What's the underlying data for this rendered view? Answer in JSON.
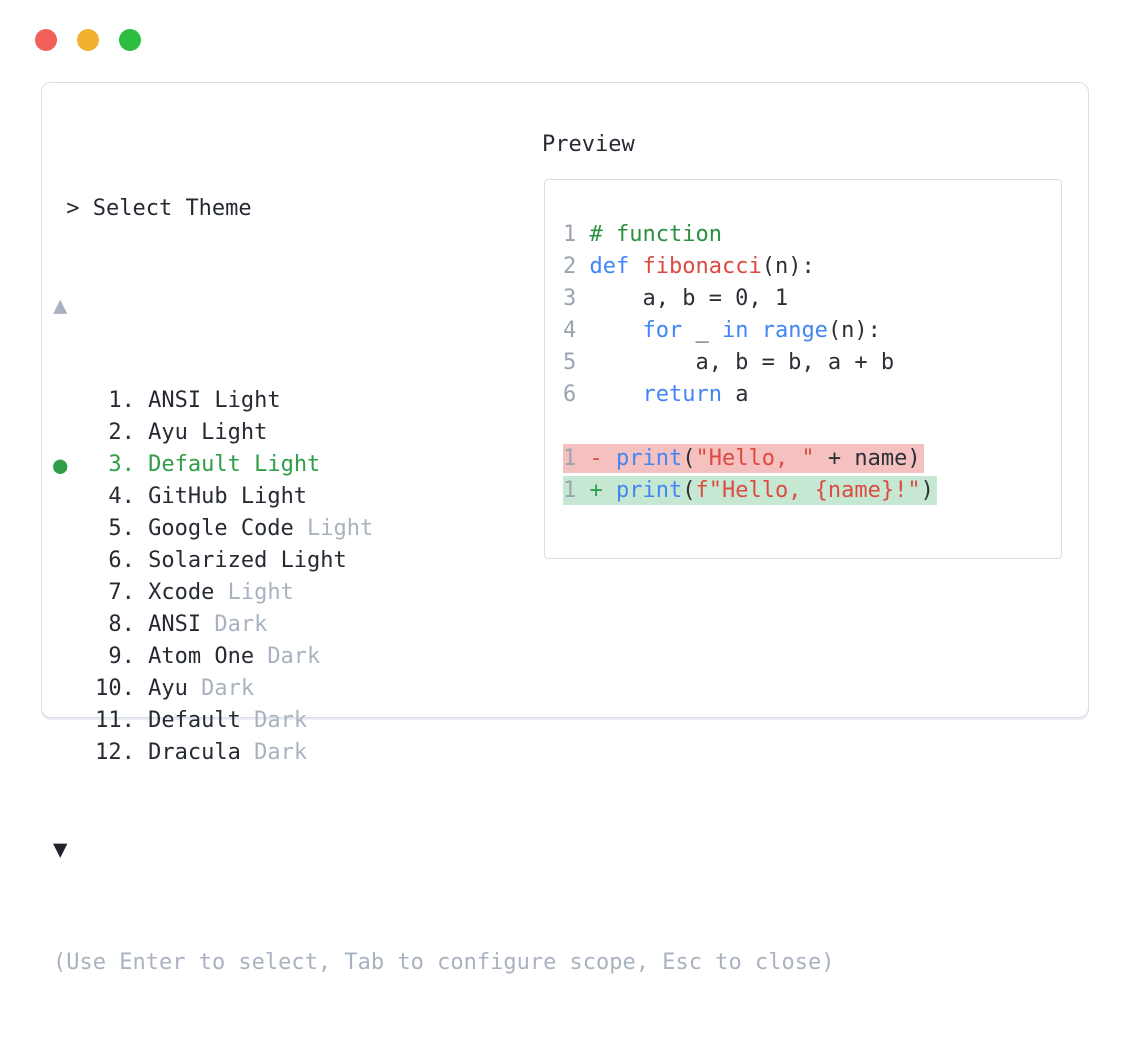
{
  "window": {
    "traffic_lights": [
      {
        "name": "close-button",
        "color": "#f2605a"
      },
      {
        "name": "minimize-button",
        "color": "#f1b32e"
      },
      {
        "name": "zoom-button",
        "color": "#2dbd41"
      }
    ]
  },
  "theme_picker": {
    "prompt": "> Select Theme",
    "scroll_up_indicator": "▲",
    "scroll_down_indicator": "▼",
    "selected_marker": "●",
    "items": [
      {
        "number": "1.",
        "name": "ANSI",
        "variant": "Light",
        "variant_muted": false,
        "selected": false
      },
      {
        "number": "2.",
        "name": "Ayu",
        "variant": "Light",
        "variant_muted": false,
        "selected": false
      },
      {
        "number": "3.",
        "name": "Default",
        "variant": "Light",
        "variant_muted": false,
        "selected": true
      },
      {
        "number": "4.",
        "name": "GitHub",
        "variant": "Light",
        "variant_muted": false,
        "selected": false
      },
      {
        "number": "5.",
        "name": "Google Code",
        "variant": "Light",
        "variant_muted": true,
        "selected": false
      },
      {
        "number": "6.",
        "name": "Solarized",
        "variant": "Light",
        "variant_muted": false,
        "selected": false
      },
      {
        "number": "7.",
        "name": "Xcode",
        "variant": "Light",
        "variant_muted": true,
        "selected": false
      },
      {
        "number": "8.",
        "name": "ANSI",
        "variant": "Dark",
        "variant_muted": true,
        "selected": false
      },
      {
        "number": "9.",
        "name": "Atom One",
        "variant": "Dark",
        "variant_muted": true,
        "selected": false
      },
      {
        "number": "10.",
        "name": "Ayu",
        "variant": "Dark",
        "variant_muted": true,
        "selected": false
      },
      {
        "number": "11.",
        "name": "Default",
        "variant": "Dark",
        "variant_muted": true,
        "selected": false
      },
      {
        "number": "12.",
        "name": "Dracula",
        "variant": "Dark",
        "variant_muted": true,
        "selected": false
      }
    ],
    "help_text": "(Use Enter to select, Tab to configure scope, Esc to close)"
  },
  "preview": {
    "title": "Preview",
    "code_lines": [
      {
        "ln": "1",
        "bg": "",
        "segments": [
          {
            "text": "# function",
            "color": "comment"
          }
        ]
      },
      {
        "ln": "2",
        "bg": "",
        "segments": [
          {
            "text": "def",
            "color": "keyword"
          },
          {
            "text": " ",
            "color": "plain"
          },
          {
            "text": "fibonacci",
            "color": "accent"
          },
          {
            "text": "(n):",
            "color": "plain"
          }
        ]
      },
      {
        "ln": "3",
        "bg": "",
        "segments": [
          {
            "text": "    a, b = 0, 1",
            "color": "plain"
          }
        ]
      },
      {
        "ln": "4",
        "bg": "",
        "segments": [
          {
            "text": "    ",
            "color": "plain"
          },
          {
            "text": "for",
            "color": "keyword"
          },
          {
            "text": " _ ",
            "color": "plain"
          },
          {
            "text": "in range",
            "color": "keyword"
          },
          {
            "text": "(n):",
            "color": "plain"
          }
        ]
      },
      {
        "ln": "5",
        "bg": "",
        "segments": [
          {
            "text": "        a, b = b, a + b",
            "color": "plain"
          }
        ]
      },
      {
        "ln": "6",
        "bg": "",
        "segments": [
          {
            "text": "    ",
            "color": "plain"
          },
          {
            "text": "return",
            "color": "keyword"
          },
          {
            "text": " a",
            "color": "plain"
          }
        ]
      },
      {
        "ln": "",
        "bg": "",
        "segments": []
      },
      {
        "ln": "1",
        "bg": "removed",
        "segments": [
          {
            "text": "- ",
            "color": "accent"
          },
          {
            "text": "print",
            "color": "keyword"
          },
          {
            "text": "(",
            "color": "plain"
          },
          {
            "text": "\"Hello, \"",
            "color": "accent"
          },
          {
            "text": " + name)",
            "color": "plain"
          }
        ]
      },
      {
        "ln": "1",
        "bg": "added",
        "segments": [
          {
            "text": "+ ",
            "color": "added"
          },
          {
            "text": "print",
            "color": "keyword"
          },
          {
            "text": "(",
            "color": "plain"
          },
          {
            "text": "f\"Hello, {name}!\"",
            "color": "accent"
          },
          {
            "text": ")",
            "color": "plain"
          }
        ]
      }
    ]
  },
  "colors": {
    "text": "#262b33",
    "muted": "#a9b2c0",
    "green": "#2f9e47",
    "comment": "#2b9140",
    "blue": "#4285f4",
    "red": "#dc4a41",
    "plain": "#2b3036",
    "line_number": "#9aa3b0",
    "removed_bg": "#f5c0c0",
    "added_bg": "#c6e8d3",
    "border": "#d9dee6"
  }
}
